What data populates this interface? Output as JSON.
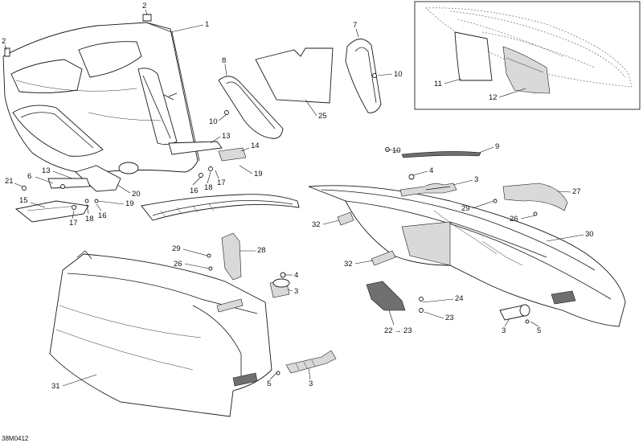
{
  "diagram_code": "38M0412",
  "callouts": {
    "c1": "1",
    "c2a": "2",
    "c2b": "2",
    "c3a": "3",
    "c3b": "3",
    "c3c": "3",
    "c3d": "3",
    "c4a": "4",
    "c4b": "4",
    "c5a": "5",
    "c5b": "5",
    "c6": "6",
    "c7": "7",
    "c8": "8",
    "c9": "9",
    "c10a": "10",
    "c10b": "10",
    "c10c": "10",
    "c11": "11",
    "c12": "12",
    "c13a": "13",
    "c13b": "13",
    "c14": "14",
    "c15": "15",
    "c16a": "16",
    "c16b": "16",
    "c17a": "17",
    "c17b": "17",
    "c18a": "18",
    "c18b": "18",
    "c19a": "19",
    "c19b": "19",
    "c20": "20",
    "c21": "21",
    "c22": "22",
    "c23a": "23",
    "c23b": "23",
    "c24": "24",
    "c25": "25",
    "c26a": "26",
    "c26b": "26",
    "c27": "27",
    "c28": "28",
    "c29a": "29",
    "c29b": "29",
    "c30": "30",
    "c31": "31",
    "c32a": "32",
    "c32b": "32"
  }
}
